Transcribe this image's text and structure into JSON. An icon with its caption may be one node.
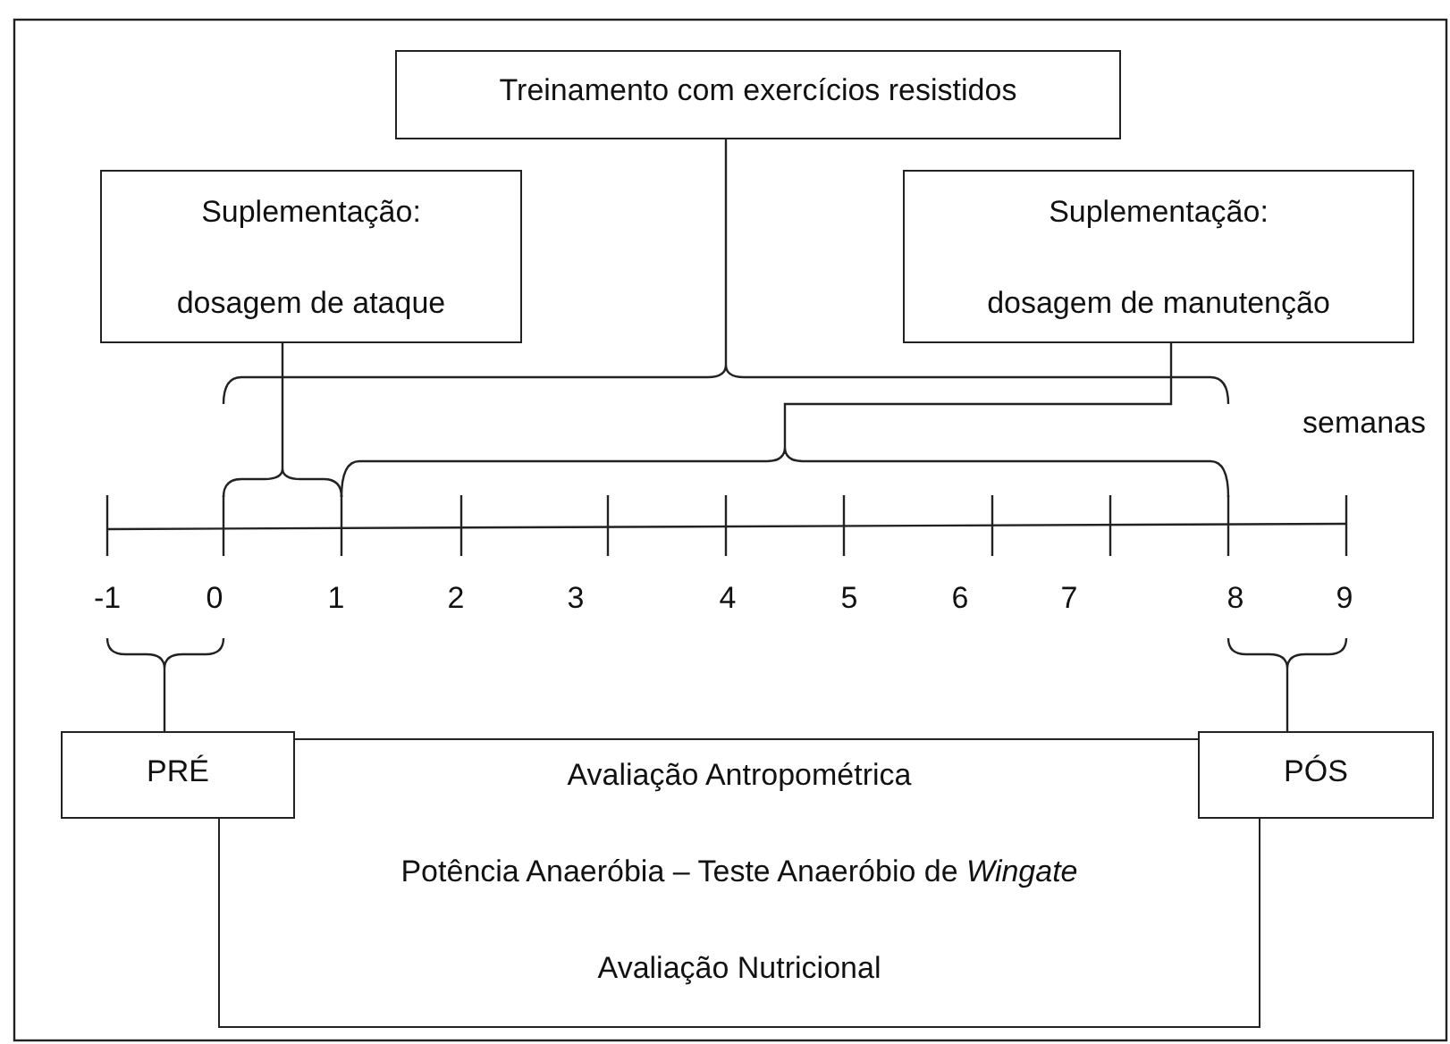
{
  "diagram": {
    "nodes": [
      {
        "text": [
          "Treinamento com exercícios resistidos"
        ]
      },
      {
        "text": [
          "Suplementação:",
          "dosagem de ataque"
        ]
      },
      {
        "text": [
          "Suplementação:",
          "dosagem de manutenção"
        ]
      },
      {
        "text": [
          "PRÉ"
        ]
      },
      {
        "text": [
          "PÓS"
        ]
      },
      {
        "text": [
          "Avaliação Antropométrica",
          "Potência Anaeróbia – Teste Anaeróbio de *Wingate*",
          "Avaliação Nutricional"
        ]
      },
      {
        "text": [],
        "shape": "bracket"
      },
      {
        "text": [],
        "shape": "bracket"
      },
      {
        "text": [],
        "shape": "bracket"
      },
      {
        "text": [],
        "shape": "bracket"
      },
      {
        "text": [],
        "shape": "bracket"
      }
    ],
    "edges": [
      {
        "from": 0,
        "to": 6,
        "arrow": "none"
      },
      {
        "from": 1,
        "to": 7,
        "arrow": "none"
      },
      {
        "from": 2,
        "to": 8,
        "arrow": "none"
      },
      {
        "from": 3,
        "to": 9,
        "arrow": "none"
      },
      {
        "from": 4,
        "to": 10,
        "arrow": "none"
      }
    ],
    "labels": [
      "semanas",
      "-1",
      "0",
      "1",
      "2",
      "3",
      "4",
      "5",
      "6",
      "7",
      "8",
      "9"
    ]
  }
}
